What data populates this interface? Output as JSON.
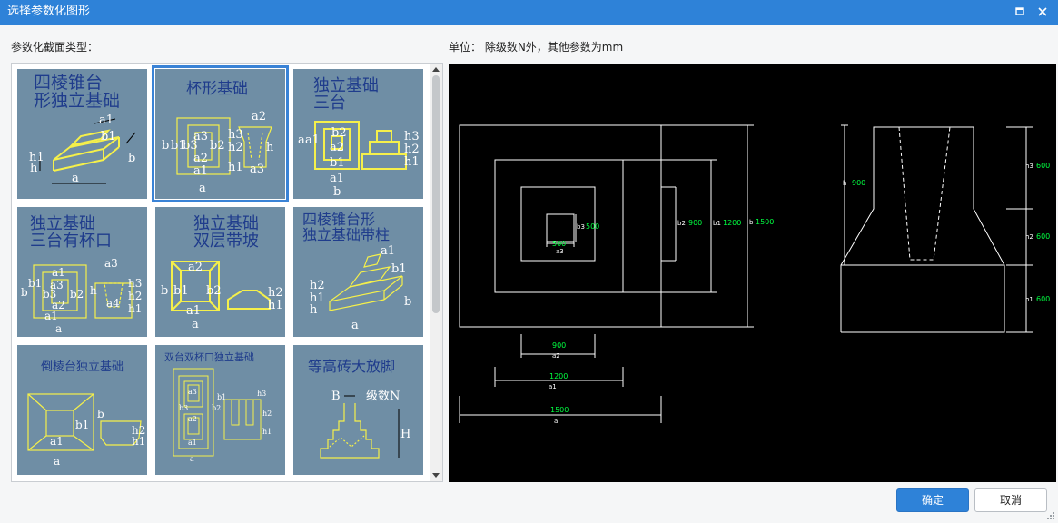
{
  "window": {
    "title": "选择参数化图形",
    "maximize_icon": "maximize-icon",
    "close_icon": "close-icon"
  },
  "left_label": "参数化截面类型：",
  "right_label": "单位：  除级数N外，其他参数为mm",
  "tiles": [
    {
      "title_l1": "四棱锥台",
      "title_l2": "形独立基础",
      "labels": [
        "a1",
        "b1",
        "h1",
        "h",
        "b",
        "a"
      ]
    },
    {
      "title_l1": "杯形基础",
      "title_l2": "",
      "labels": [
        "a2",
        "b",
        "b1",
        "b3",
        "a3",
        "b2",
        "h3",
        "h2",
        "h",
        "a2",
        "a1",
        "h1",
        "a3",
        "a"
      ]
    },
    {
      "title_l1": "独立基础",
      "title_l2": "三台",
      "labels": [
        "b2",
        "a",
        "a1",
        "a2",
        "b1",
        "h3",
        "h2",
        "h1",
        "a1",
        "b"
      ]
    },
    {
      "title_l1": "独立基础",
      "title_l2": "三台有杯口",
      "labels": [
        "a1",
        "a3",
        "b",
        "b1",
        "a3",
        "b3",
        "b2",
        "a2",
        "h",
        "a4",
        "h3",
        "h2",
        "h1",
        "a1",
        "a"
      ]
    },
    {
      "title_l1": "独立基础",
      "title_l2": "双层带坡",
      "labels": [
        "a2",
        "b",
        "b1",
        "b2",
        "a1",
        "h2",
        "h1",
        "a"
      ]
    },
    {
      "title_l1": "四棱锥台形",
      "title_l2": "独立基础带柱",
      "labels": [
        "a1",
        "b1",
        "h2",
        "h1",
        "h",
        "b",
        "a"
      ]
    },
    {
      "title_l1": "倒棱台独立基础",
      "title_l2": "",
      "labels": [
        "b",
        "b1",
        "a1",
        "h2",
        "h1",
        "a"
      ]
    },
    {
      "title_l1": "双台双杯口独立基础",
      "title_l2": "",
      "labels": [
        "a3",
        "b3",
        "a2",
        "b2",
        "a1",
        "b1",
        "h3",
        "h2",
        "h1",
        "a"
      ]
    },
    {
      "title_l1": "等高砖大放脚",
      "title_l2": "",
      "labels": [
        "B",
        "级数N",
        "H"
      ]
    }
  ],
  "preview": {
    "plan_labels": {
      "b3": "b3",
      "b3_val": "500",
      "a3": "a3",
      "a3_val": "500",
      "b2": "b2",
      "b2_val": "900",
      "b1": "b1",
      "b1_val": "1200",
      "b": "b",
      "b_val": "1500",
      "a2": "a2",
      "a2_val": "900",
      "a1": "a1",
      "a1_val": "1200",
      "a": "a",
      "a_val": "1500"
    },
    "section_labels": {
      "h": "h",
      "h_val": "900",
      "h3": "h3",
      "h3_val": "600",
      "h2": "h2",
      "h2_val": "600",
      "h1": "h1",
      "h1_val": "600"
    }
  },
  "buttons": {
    "ok": "确定",
    "cancel": "取消"
  }
}
